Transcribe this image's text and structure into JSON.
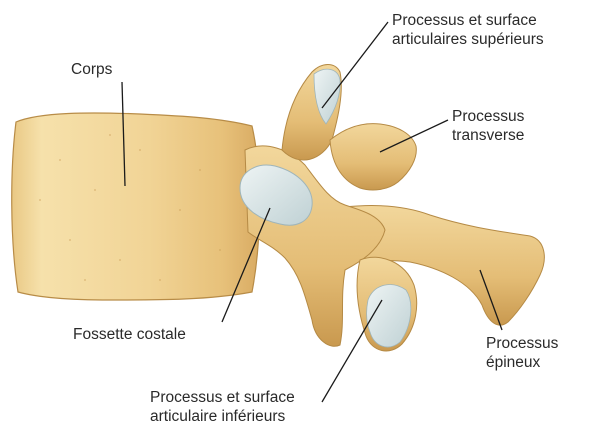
{
  "labels": {
    "corps": "Corps",
    "sup_line1": "Processus et surface",
    "sup_line2": "articulaires supérieurs",
    "transverse_line1": "Processus",
    "transverse_line2": "transverse",
    "fossette": "Fossette costale",
    "epineux_line1": "Processus",
    "epineux_line2": "épineux",
    "inf_line1": "Processus et surface",
    "inf_line2": "articulaire inférieurs"
  },
  "colors": {
    "bone_light": "#f4dfa6",
    "bone_mid": "#e6c27a",
    "bone_dark": "#c7974e",
    "cartilage": "#d6e4e6",
    "text": "#2a2a2a"
  }
}
